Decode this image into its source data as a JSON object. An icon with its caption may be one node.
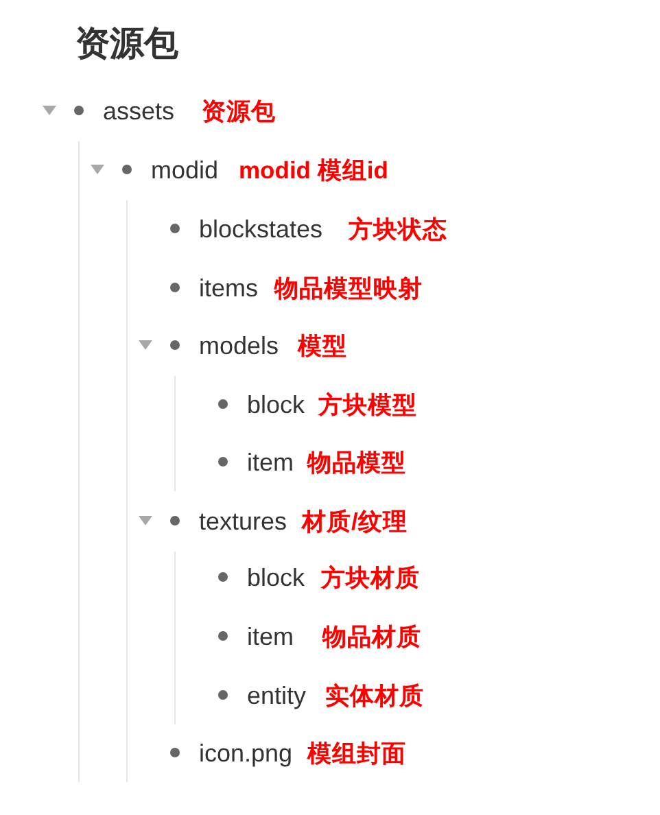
{
  "diagram": {
    "title": "资源包",
    "nodes": [
      {
        "text": [
          "assets",
          "资源包"
        ]
      },
      {
        "text": [
          "modid",
          "modid 模组id"
        ],
        "in": 0
      },
      {
        "text": [
          "blockstates",
          "方块状态"
        ],
        "in": 1
      },
      {
        "text": [
          "items",
          "物品模型映射"
        ],
        "in": 1
      },
      {
        "text": [
          "models",
          "模型"
        ],
        "in": 1
      },
      {
        "text": [
          "block",
          "方块模型"
        ],
        "in": 4
      },
      {
        "text": [
          "item",
          "物品模型"
        ],
        "in": 4
      },
      {
        "text": [
          "textures",
          "材质/纹理"
        ],
        "in": 1
      },
      {
        "text": [
          "block",
          "方块材质"
        ],
        "in": 7
      },
      {
        "text": [
          "item",
          "物品材质"
        ],
        "in": 7
      },
      {
        "text": [
          "entity",
          "实体材质"
        ],
        "in": 7
      },
      {
        "text": [
          "icon.png",
          "模组封面"
        ],
        "in": 1
      }
    ]
  }
}
